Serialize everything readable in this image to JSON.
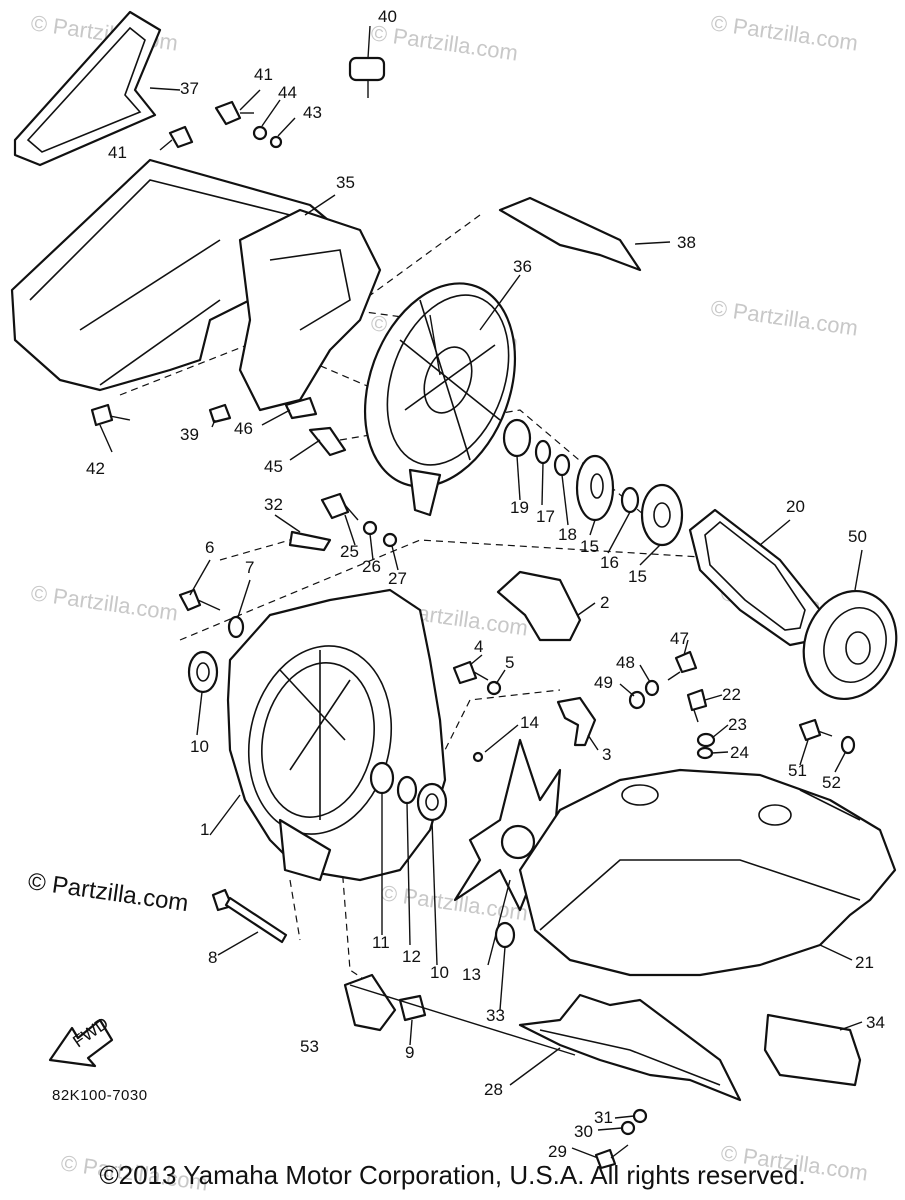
{
  "diagram": {
    "callouts": [
      "1",
      "2",
      "3",
      "4",
      "5",
      "6",
      "7",
      "8",
      "9",
      "10",
      "10",
      "11",
      "12",
      "13",
      "14",
      "15",
      "15",
      "16",
      "17",
      "18",
      "19",
      "20",
      "21",
      "22",
      "23",
      "24",
      "25",
      "26",
      "27",
      "28",
      "29",
      "30",
      "31",
      "32",
      "33",
      "34",
      "35",
      "36",
      "37",
      "38",
      "39",
      "40",
      "41",
      "41",
      "42",
      "43",
      "44",
      "45",
      "46",
      "47",
      "48",
      "49",
      "50",
      "51",
      "52",
      "53"
    ],
    "fwd_label": "FWD",
    "drawing_code": "82K100-7030"
  },
  "watermark": {
    "text": "© Partzilla.com",
    "prominent_text": "© Partzilla.com"
  },
  "footer": {
    "copyright": "©2013 Yamaha Motor Corporation, U.S.A. All rights reserved."
  }
}
